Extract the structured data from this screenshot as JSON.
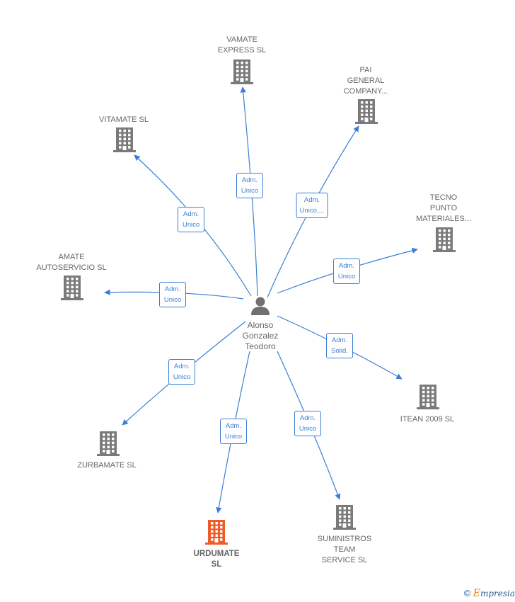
{
  "center": {
    "name": "Alonso\nGonzalez\nTeodoro",
    "icon": "person-icon"
  },
  "companies": [
    {
      "id": "vamate",
      "name": "VAMATE\nEXPRESS  SL",
      "icon": "building-icon",
      "highlight": false
    },
    {
      "id": "pai",
      "name": "PAI\nGENERAL\nCOMPANY...",
      "icon": "building-icon",
      "highlight": false
    },
    {
      "id": "vitamate",
      "name": "VITAMATE  SL",
      "icon": "building-icon",
      "highlight": false
    },
    {
      "id": "tecno",
      "name": "TECNO\nPUNTO\nMATERIALES...",
      "icon": "building-icon",
      "highlight": false
    },
    {
      "id": "amate",
      "name": "AMATE\nAUTOSERVICIO SL",
      "icon": "building-icon",
      "highlight": false
    },
    {
      "id": "itean",
      "name": "ITEAN 2009 SL",
      "icon": "building-icon",
      "highlight": false
    },
    {
      "id": "zurbamate",
      "name": "ZURBAMATE  SL",
      "icon": "building-icon",
      "highlight": false
    },
    {
      "id": "urdumate",
      "name": "URDUMATE\nSL",
      "icon": "building-icon",
      "highlight": true
    },
    {
      "id": "suministros",
      "name": "SUMINISTROS\nTEAM\nSERVICE SL",
      "icon": "building-icon",
      "highlight": false
    }
  ],
  "edges": [
    {
      "to": "vamate",
      "label": "Adm.\nUnico"
    },
    {
      "to": "pai",
      "label": "Adm.\nUnico,..."
    },
    {
      "to": "vitamate",
      "label": "Adm.\nUnico"
    },
    {
      "to": "tecno",
      "label": "Adm.\nUnico"
    },
    {
      "to": "amate",
      "label": "Adm.\nUnico"
    },
    {
      "to": "itean",
      "label": "Adm.\nSolid."
    },
    {
      "to": "zurbamate",
      "label": "Adm.\nUnico"
    },
    {
      "to": "urdumate",
      "label": "Adm.\nUnico"
    },
    {
      "to": "suministros",
      "label": "Adm.\nUnico"
    }
  ],
  "colors": {
    "edge": "#3a7fd5",
    "building": "#7a7a7a",
    "highlight": "#f05a28",
    "person": "#707070"
  },
  "footer": {
    "copyright": "©",
    "brand_initial": "E",
    "brand_rest": "mpresia"
  }
}
